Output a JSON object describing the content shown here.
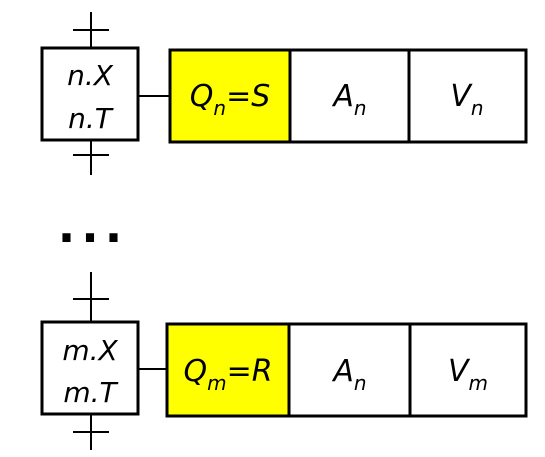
{
  "colors": {
    "highlight": "#ffff00",
    "stroke": "#000000",
    "background": "#ffffff"
  },
  "ellipsis": "...",
  "steps": [
    {
      "step_labels": [
        "n.X",
        "n.T"
      ],
      "qualifier": {
        "base": "Q",
        "sub": "n",
        "suffix": "=S"
      },
      "action": {
        "base": "A",
        "sub": "n"
      },
      "variable": {
        "base": "V",
        "sub": "n"
      }
    },
    {
      "step_labels": [
        "m.X",
        "m.T"
      ],
      "qualifier": {
        "base": "Q",
        "sub": "m",
        "suffix": "=R"
      },
      "action": {
        "base": "A",
        "sub": "n"
      },
      "variable": {
        "base": "V",
        "sub": "m"
      }
    }
  ]
}
